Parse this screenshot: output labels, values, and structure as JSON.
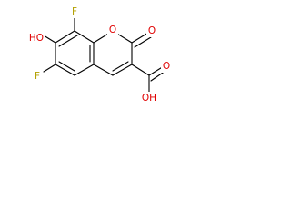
{
  "molecule": {
    "labels": {
      "f_top": "F",
      "hydroxy": "HO",
      "f_bottom": "F",
      "ring_oxygen": "O",
      "carbonyl_oxygen": "O",
      "carboxylic_acid": "OH",
      "carboxyl_oxygen": "O"
    },
    "colors": {
      "bonds": "#000000",
      "fluorine": "#b3a000",
      "oxygen": "#e00000",
      "background": "#ffffff"
    }
  }
}
